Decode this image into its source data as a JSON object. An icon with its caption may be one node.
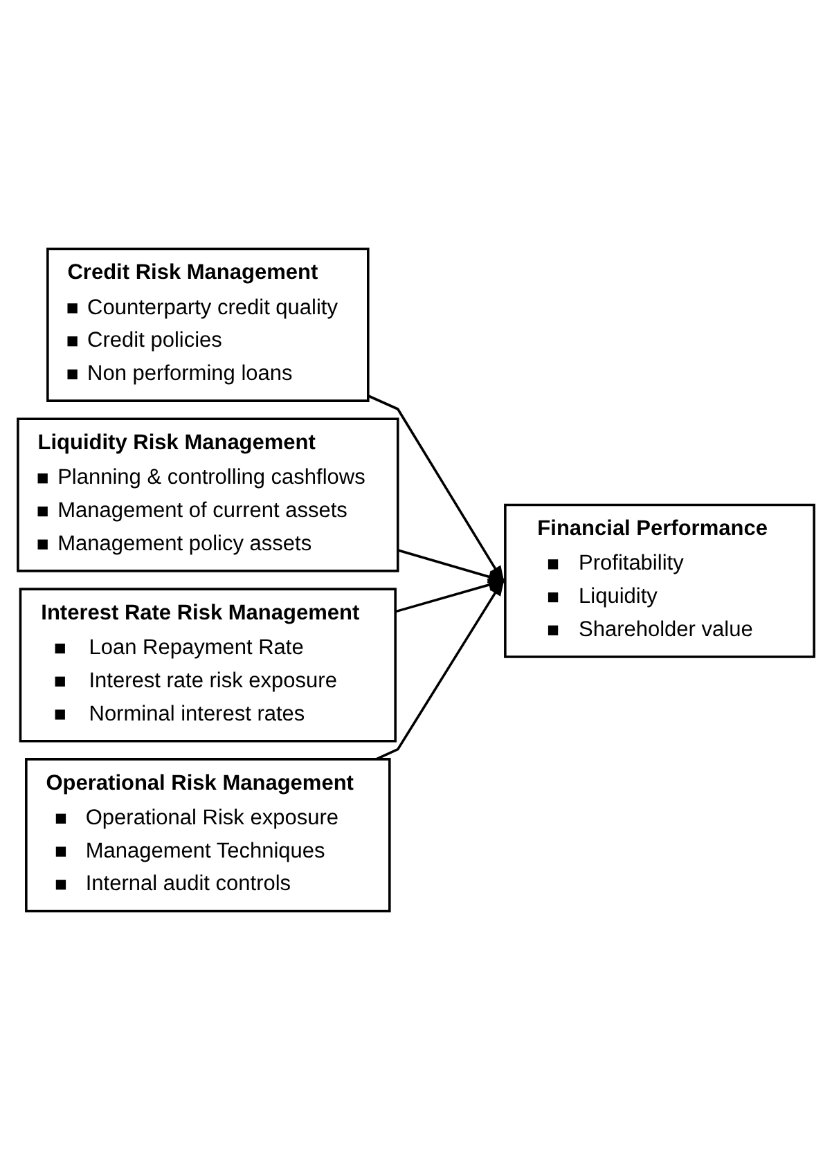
{
  "diagram": {
    "nodes": [
      {
        "text": [
          "Credit Risk Management",
          "Counterparty credit quality",
          "Credit policies",
          "Non performing loans"
        ]
      },
      {
        "text": [
          "Liquidity Risk Management",
          "Planning & controlling cashflows",
          "Management of current assets",
          "Management policy assets"
        ]
      },
      {
        "text": [
          "Interest Rate Risk Management",
          "Loan Repayment Rate",
          "Interest rate risk exposure",
          "Norminal interest rates"
        ]
      },
      {
        "text": [
          "Operational Risk Management",
          "Operational Risk exposure",
          "Management Techniques",
          "Internal audit controls"
        ]
      },
      {
        "text": [
          "Financial Performance",
          "Profitability",
          "Liquidity",
          "Shareholder value"
        ]
      }
    ],
    "edges": [
      {
        "from": 0,
        "to": 4,
        "arrow": "to"
      },
      {
        "from": 1,
        "to": 4,
        "arrow": "to"
      },
      {
        "from": 2,
        "to": 4,
        "arrow": "to"
      },
      {
        "from": 3,
        "to": 4,
        "arrow": "to"
      }
    ]
  }
}
